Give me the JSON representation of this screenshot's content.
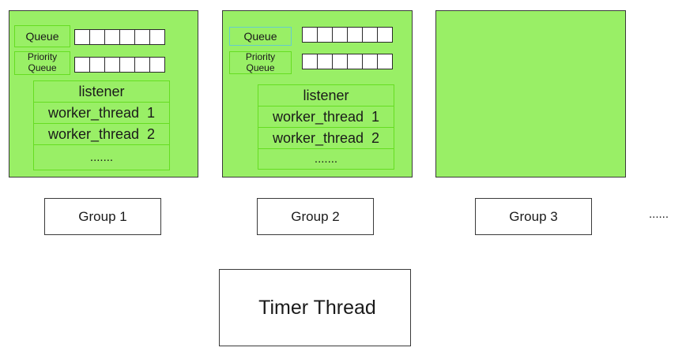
{
  "colors": {
    "panel_fill": "#99ef66",
    "inner_border": "#66dd22",
    "box_border": "#3a3a3a"
  },
  "groups": [
    {
      "queue_label": "Queue",
      "priority_queue_label": "Priority\nQueue",
      "threads": [
        "listener",
        "worker_thread  1",
        "worker_thread  2",
        "......."
      ],
      "label": "Group 1"
    },
    {
      "queue_label": "Queue",
      "priority_queue_label": "Priority\nQueue",
      "threads": [
        "listener",
        "worker_thread  1",
        "worker_thread  2",
        "......."
      ],
      "label": "Group 2"
    },
    {
      "label": "Group 3"
    }
  ],
  "more_groups": "......",
  "timer_thread": "Timer Thread"
}
